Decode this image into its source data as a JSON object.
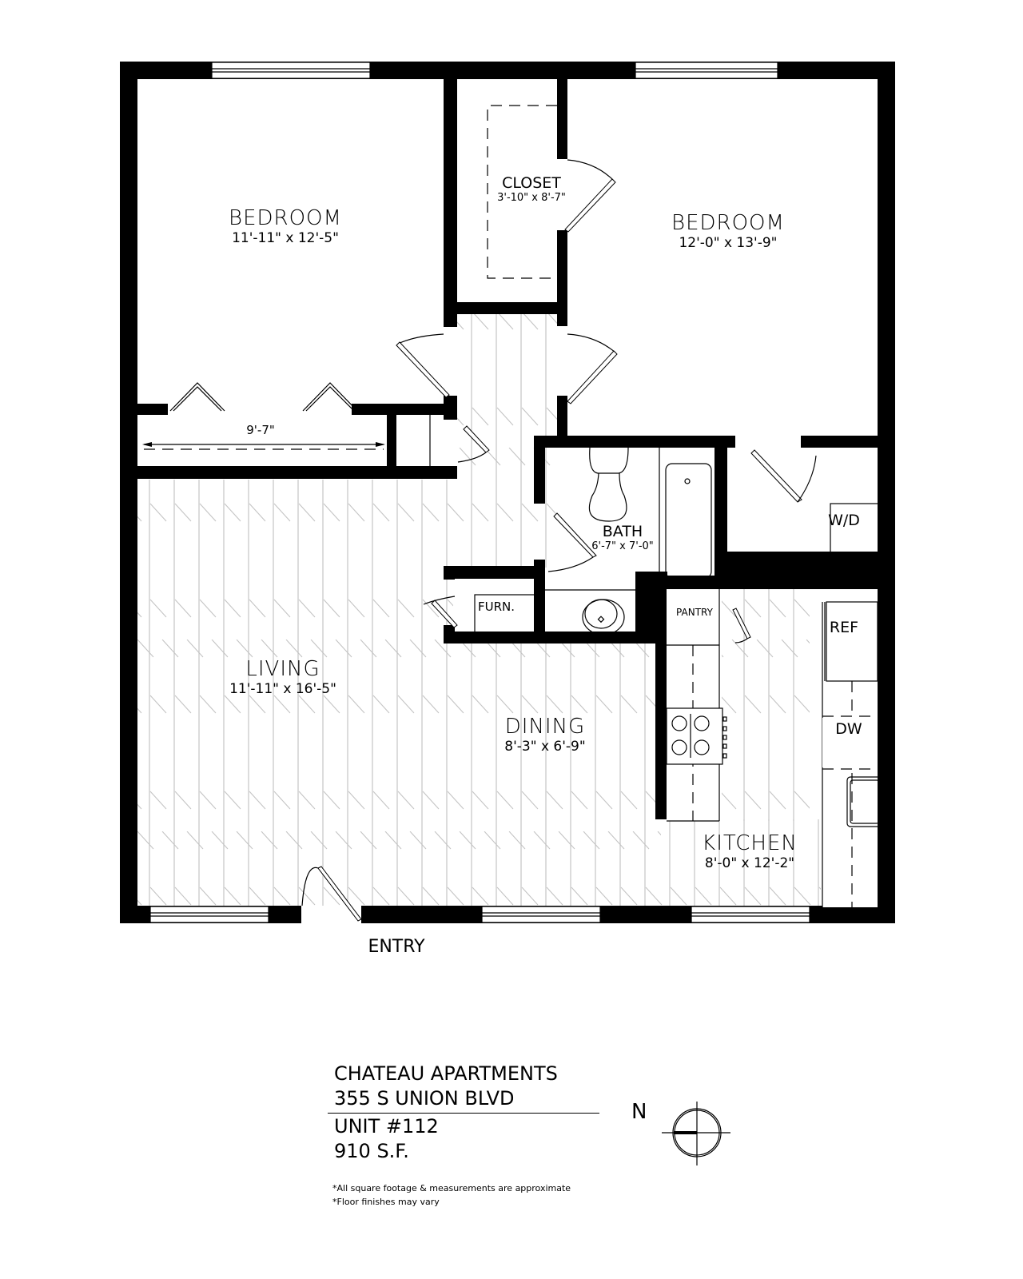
{
  "plan": {
    "rooms": [
      {
        "id": "bedroom-1",
        "name": "BEDROOM",
        "dimensions": "11'-11\" x 12'-5\""
      },
      {
        "id": "closet",
        "name": "CLOSET",
        "dimensions": "3'-10\" x 8'-7\""
      },
      {
        "id": "bedroom-2",
        "name": "BEDROOM",
        "dimensions": "12'-0\" x 13'-9\""
      },
      {
        "id": "bath",
        "name": "BATH",
        "dimensions": "6'-7\" x 7'-0\""
      },
      {
        "id": "living",
        "name": "LIVING",
        "dimensions": "11'-11\" x 16'-5\""
      },
      {
        "id": "dining",
        "name": "DINING",
        "dimensions": "8'-3\" x 6'-9\""
      },
      {
        "id": "kitchen",
        "name": "KITCHEN",
        "dimensions": "8'-0\" x 12'-2\""
      }
    ],
    "fixtures": {
      "washer_dryer": "W/D",
      "furnace": "FURN.",
      "pantry": "PANTRY",
      "refrigerator": "REF",
      "dishwasher": "DW"
    },
    "closet_dimension": "9'-7\"",
    "entry_label": "ENTRY"
  },
  "title_block": {
    "property": "CHATEAU APARTMENTS",
    "address": "355 S UNION BLVD",
    "unit": "UNIT #112",
    "area": "910 S.F."
  },
  "north_arrow": {
    "label": "N",
    "icon": "north-arrow-icon"
  },
  "notes": [
    "*All square footage & measurements are approximate",
    "*Floor finishes may vary"
  ]
}
